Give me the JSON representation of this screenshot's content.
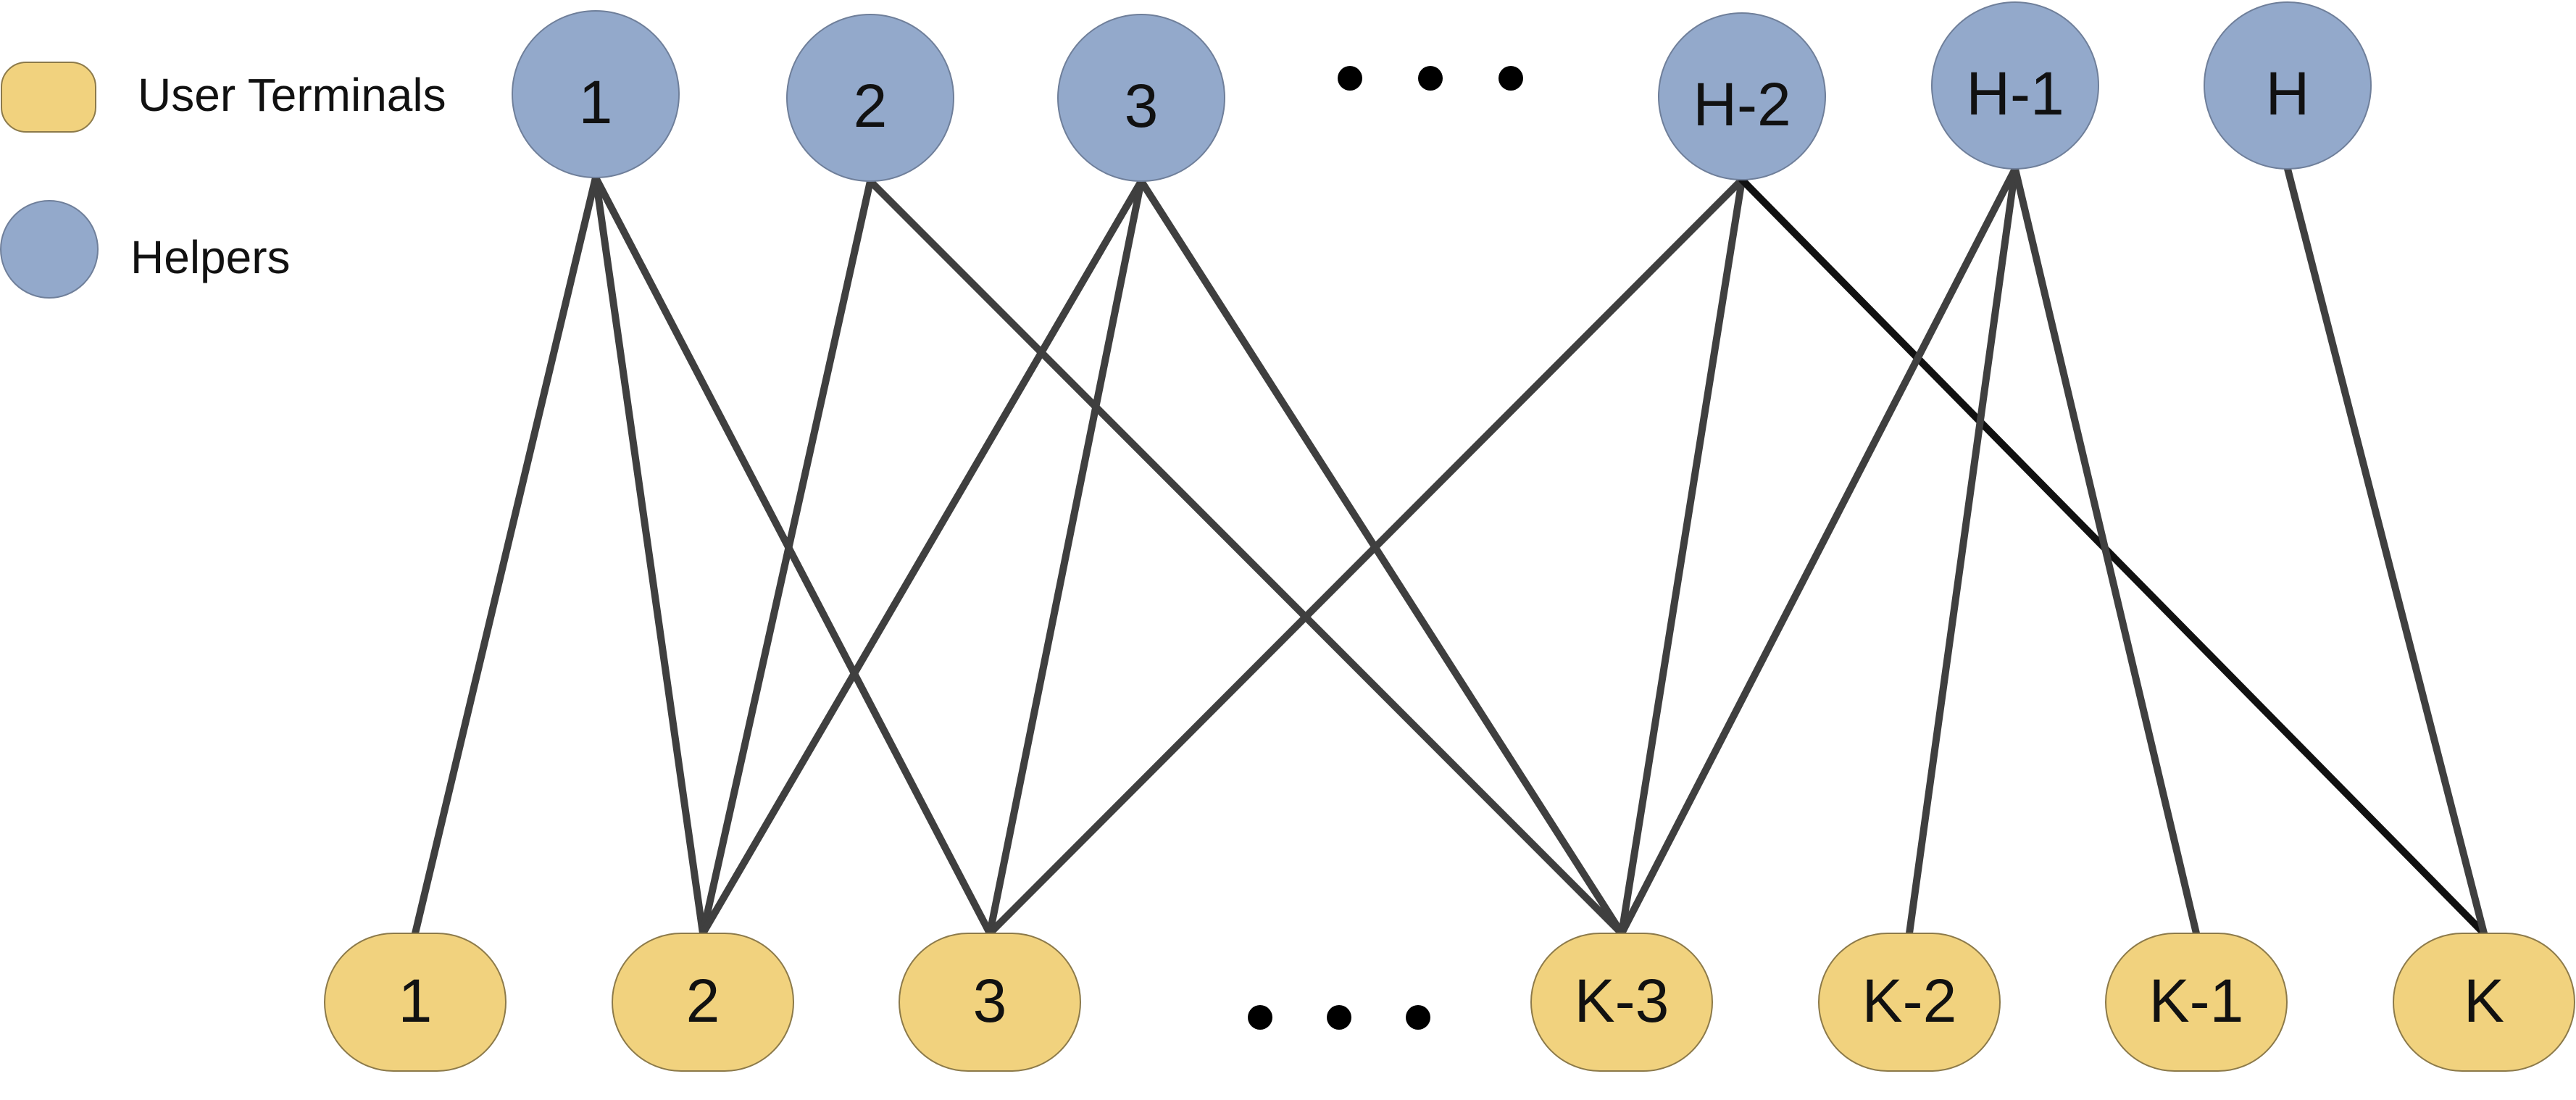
{
  "legend": {
    "user_terminals": "User Terminals",
    "helpers": "Helpers"
  },
  "colors": {
    "helper_fill": "#93A9CB",
    "helper_stroke": "#6F7F9A",
    "terminal_fill": "#F1D27E",
    "terminal_stroke": "#8C7A4A",
    "edge": "#3F3F3F",
    "edge_dark": "#111111"
  },
  "helpers": [
    "1",
    "2",
    "3",
    "H-2",
    "H-1",
    "H"
  ],
  "terminals": [
    "1",
    "2",
    "3",
    "K-3",
    "K-2",
    "K-1",
    "K"
  ],
  "edges": [
    {
      "helper": "1",
      "terminal": "1"
    },
    {
      "helper": "1",
      "terminal": "2"
    },
    {
      "helper": "1",
      "terminal": "3"
    },
    {
      "helper": "2",
      "terminal": "2"
    },
    {
      "helper": "2",
      "terminal": "K-3"
    },
    {
      "helper": "3",
      "terminal": "2"
    },
    {
      "helper": "3",
      "terminal": "3"
    },
    {
      "helper": "3",
      "terminal": "K-3"
    },
    {
      "helper": "H-2",
      "terminal": "3"
    },
    {
      "helper": "H-2",
      "terminal": "K-3"
    },
    {
      "helper": "H-2",
      "terminal": "K",
      "dark": true
    },
    {
      "helper": "H-1",
      "terminal": "K-3"
    },
    {
      "helper": "H-1",
      "terminal": "K-2"
    },
    {
      "helper": "H-1",
      "terminal": "K-1"
    },
    {
      "helper": "H",
      "terminal": "K"
    }
  ]
}
